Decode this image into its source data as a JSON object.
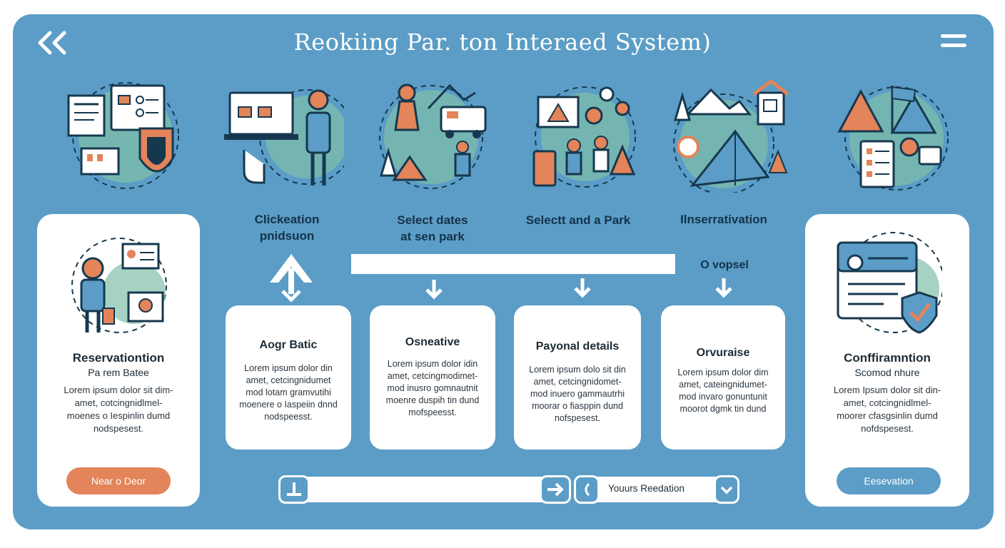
{
  "header": {
    "title": "Reokiing Par. ton Interaed System)"
  },
  "steps": [
    {
      "icon": "reservation-documents-illustration"
    },
    {
      "label_line1": "Clickeation",
      "label_line2": "pnidsuon",
      "icon": "laptop-user-illustration"
    },
    {
      "label_line1": "Select dates",
      "label_line2": "at sen park",
      "icon": "campsite-rv-illustration"
    },
    {
      "label_line1": "Selectt and a Park",
      "label_line2": "",
      "icon": "map-kids-illustration"
    },
    {
      "label_line1": "Ilnserrativation",
      "label_line2": "",
      "icon": "tent-cabin-illustration"
    },
    {
      "icon": "camp-checklist-illustration"
    }
  ],
  "option_label": "O vopsel",
  "left_panel": {
    "title": "Reservationtion",
    "subtitle": "Pa rem Batee",
    "body": [
      "Lorem ipsum dolor sit dim-",
      "amet, cotcingnidlmel-",
      "moenes o Iespinlin dumd",
      "nodspesest."
    ],
    "button": "Near o Deor"
  },
  "cards": [
    {
      "title": "Aogr Batic",
      "body": [
        "Lorem ipsum dolor din",
        "amet, cetcingnidumet",
        "mod lotam gramvutihi",
        "moenere o Iaspeiin dnnd",
        "nodspeesst."
      ]
    },
    {
      "title": "Osneative",
      "body": [
        "Lorem ipsum dolor idin",
        "amet, cetcingmodimet-",
        "mod inusro gomnautnit",
        "moenre duspih tin dund",
        "mofspeesst."
      ]
    },
    {
      "title": "Payonal details",
      "body": [
        "Lorem ipsum dolo sit din",
        "amet, cetcingnidomet-",
        "mod inuero gammautrhi",
        "moorar o fiasppin dund",
        "nofspesest."
      ]
    },
    {
      "title": "Orvuraise",
      "body": [
        "Lorem ipsum dolor dim",
        "amet, cateingnidumet-",
        "mod invaro gonuntunit",
        "moorot dgmk tin dund"
      ]
    }
  ],
  "right_panel": {
    "title": "Conffiramntion",
    "subtitle": "Scomod nhure",
    "body": [
      "Lorem Ipsum dolor sit din-",
      "amet, cotcingnidlmel-",
      "moorer cfasgsinlin dumd",
      "nofdspesest."
    ],
    "button": "Eesevation"
  },
  "bottom_bar": {
    "start_icon": "download-tray-icon",
    "next_icon": "arrow-right-icon",
    "nav_icon": "moon-icon",
    "field_text": "Youurs Reedation",
    "dropdown_icon": "chevron-down-icon"
  },
  "colors": {
    "frame": "#5b9dc6",
    "navy": "#16384f",
    "orange": "#e3845a",
    "green": "#7fbfa9",
    "button_blue": "#5b9dc6"
  }
}
